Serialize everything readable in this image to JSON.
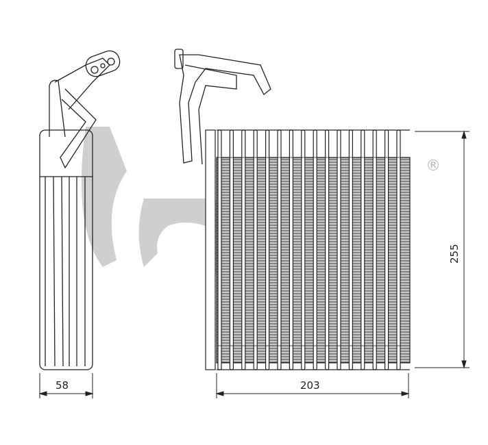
{
  "drawing": {
    "dimensions": {
      "depth": "58",
      "width": "203",
      "height": "255"
    },
    "watermark": {
      "logo_text": "act",
      "registered_mark": "®",
      "color": "#cfcfcf"
    },
    "line_color": "#222222"
  }
}
